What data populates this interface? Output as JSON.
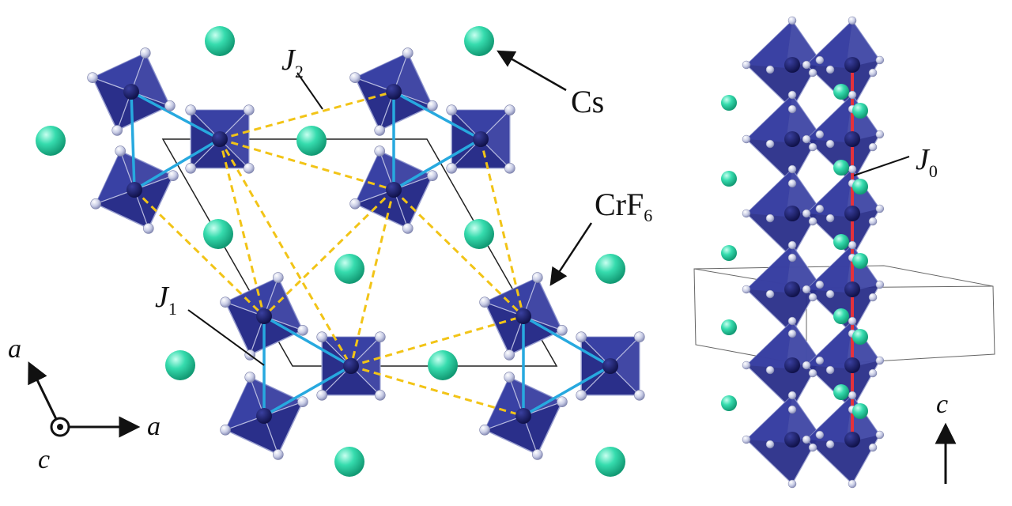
{
  "colors": {
    "octahedron": "#2a2f8a",
    "octahedron_face": "#3c44a8",
    "octahedron_light": "#5a62c0",
    "cr_atom": "#1c1f66",
    "f_atom": "#c9cde6",
    "cs_atom": "#2fd6a8",
    "j1_bond": "#27a9df",
    "j2_bond": "#f2c417",
    "j0_bond": "#e4323c",
    "cell_edge": "#222222"
  },
  "labels": {
    "j2": {
      "main": "J",
      "sub": "2"
    },
    "j1": {
      "main": "J",
      "sub": "1"
    },
    "j0": {
      "main": "J",
      "sub": "0"
    },
    "cs": "Cs",
    "crf6": {
      "main": "CrF",
      "sub": "6"
    }
  },
  "axes_left": {
    "a_up": "a",
    "a_right": "a",
    "c": "c"
  },
  "axes_right": {
    "c": "c"
  }
}
